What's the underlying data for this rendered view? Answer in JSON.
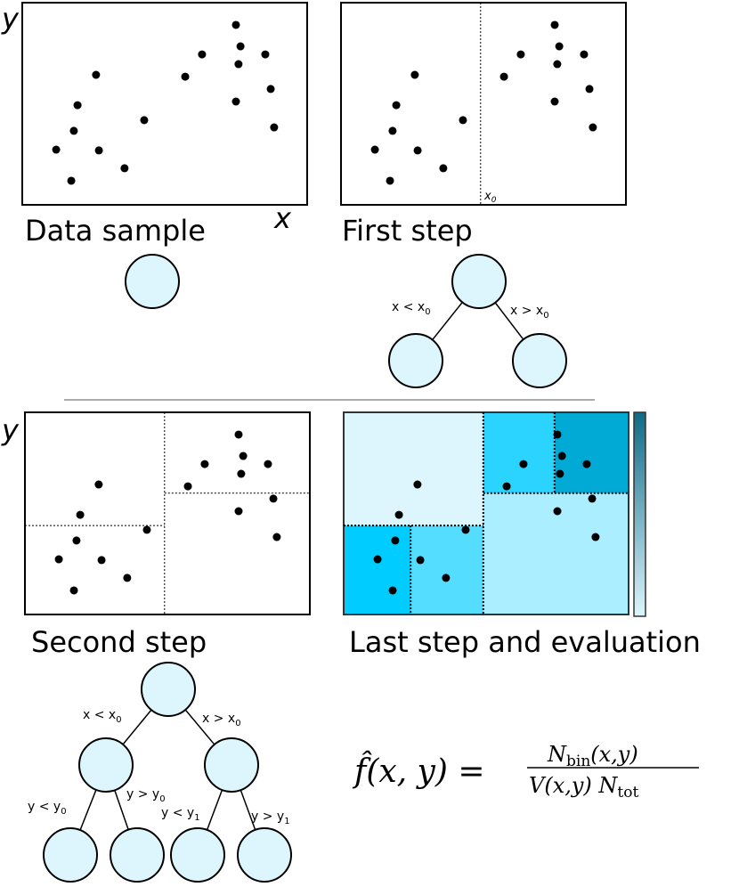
{
  "axis_labels": {
    "x": "x",
    "y": "y"
  },
  "captions": {
    "data_sample": "Data sample",
    "first_step": "First step",
    "second_step": "Second step",
    "last_step": "Last step and evaluation"
  },
  "split_label": {
    "base": "x",
    "sub": "0"
  },
  "edge_labels": {
    "x_lt_x0": {
      "text": "x < x",
      "sub": "0"
    },
    "x_gt_x0": {
      "text": "x > x",
      "sub": "0"
    },
    "y_lt_y0": {
      "text": "y < y",
      "sub": "0"
    },
    "y_gt_y0": {
      "text": "y > y",
      "sub": "0"
    },
    "y_lt_y1": {
      "text": "y < y",
      "sub": "1"
    },
    "y_gt_y1": {
      "text": "y > y",
      "sub": "1"
    }
  },
  "formula": {
    "lhs": "f̂(x, y) =",
    "num": "N",
    "num_sub": "bin",
    "num_rest": "(x,y)",
    "den": "V(x,y)  N",
    "den_sub": "tot"
  },
  "points": [
    [
      1.19,
      2.73
    ],
    [
      1.72,
      1.19
    ],
    [
      1.81,
      3.66
    ],
    [
      1.94,
      4.93
    ],
    [
      2.59,
      6.43
    ],
    [
      2.69,
      2.69
    ],
    [
      3.59,
      1.81
    ],
    [
      4.28,
      4.19
    ],
    [
      5.72,
      6.34
    ],
    [
      6.31,
      7.44
    ],
    [
      7.5,
      8.9
    ],
    [
      7.66,
      7.84
    ],
    [
      7.59,
      6.96
    ],
    [
      7.5,
      5.11
    ],
    [
      8.53,
      7.44
    ],
    [
      8.72,
      5.73
    ],
    [
      8.84,
      3.83
    ]
  ],
  "splits": {
    "x0": 4.9,
    "y0": 4.4,
    "y1": 6.0,
    "x_left": 2.35,
    "x_right": 7.4
  },
  "bin_colors": {
    "top_left": "#ddf6fd",
    "bottom_left_left": "#00ccff",
    "bottom_left_right": "#55ddff",
    "top_right_left": "#2bd4ff",
    "top_right_right": "#00aad4",
    "bottom_right": "#aaeeff"
  },
  "colorbar": {
    "high": "#0e6b86",
    "low": "#ddf6fd"
  }
}
